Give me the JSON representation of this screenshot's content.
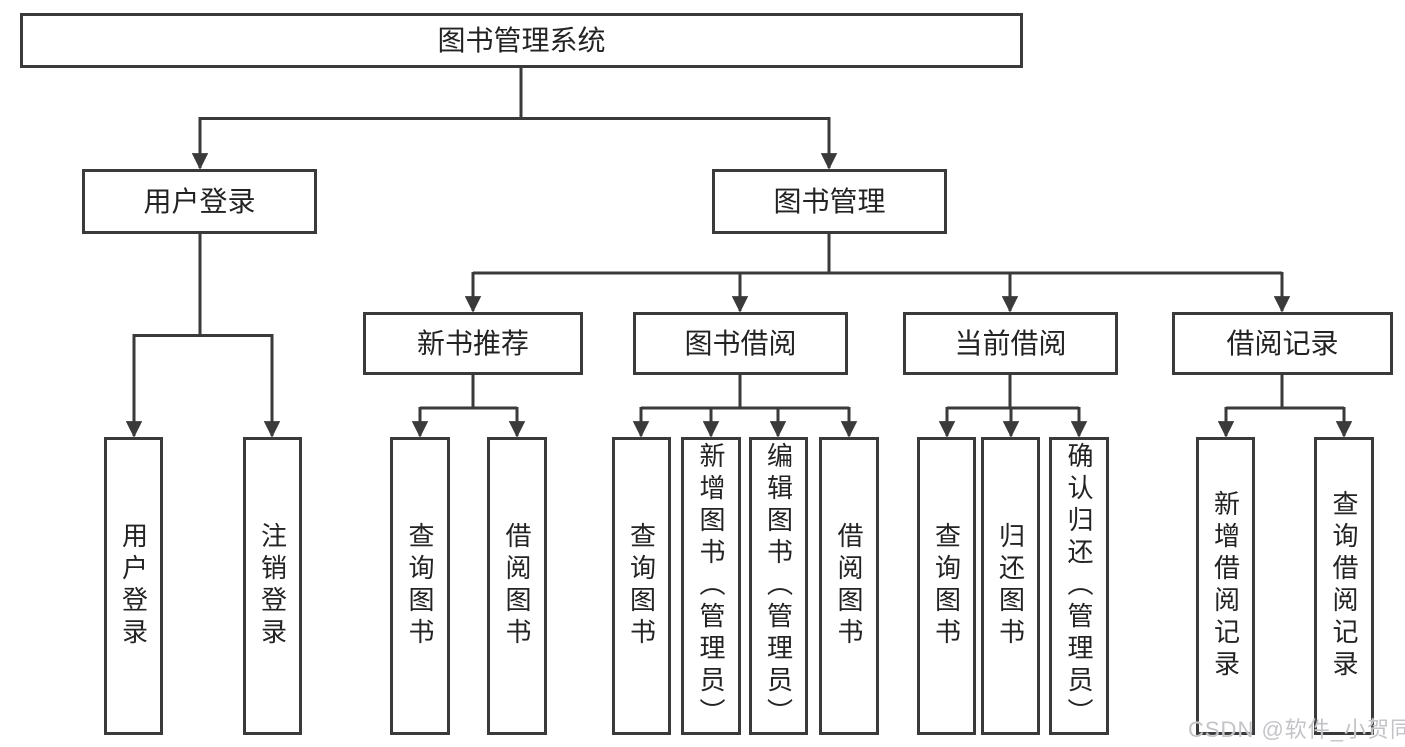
{
  "colors": {
    "background": "#ffffff",
    "line": "#3a3a3a",
    "text": "#232323",
    "watermark": "#c4c4c8"
  },
  "watermark": "CSDN @软件_小贺同学",
  "nodes": {
    "root": "图书管理系统",
    "user_login": "用户登录",
    "book_manage": "图书管理",
    "new_book_recommend": "新书推荐",
    "book_borrow": "图书借阅",
    "current_borrow": "当前借阅",
    "borrow_records": "借阅记录",
    "leaf_user_login": "用户登录",
    "leaf_logout_login": "注销登录",
    "leaf_query_book_recommend": "查询图书",
    "leaf_borrow_book_recommend": "借阅图书",
    "leaf_query_book_borrow": "查询图书",
    "leaf_add_book_admin": "新增图书（管理员）",
    "leaf_edit_book_admin": "编辑图书（管理员）",
    "leaf_borrow_book_borrow": "借阅图书",
    "leaf_query_book_current": "查询图书",
    "leaf_return_book": "归还图书",
    "leaf_confirm_return_admin": "确认归还（管理员）",
    "leaf_add_borrow_record": "新增借阅记录",
    "leaf_query_borrow_record": "查询借阅记录"
  },
  "hierarchy": {
    "图书管理系统": {
      "用户登录": [
        "用户登录",
        "注销登录"
      ],
      "图书管理": {
        "新书推荐": [
          "查询图书",
          "借阅图书"
        ],
        "图书借阅": [
          "查询图书",
          "新增图书（管理员）",
          "编辑图书（管理员）",
          "借阅图书"
        ],
        "当前借阅": [
          "查询图书",
          "归还图书",
          "确认归还（管理员）"
        ],
        "借阅记录": [
          "新增借阅记录",
          "查询借阅记录"
        ]
      }
    }
  }
}
